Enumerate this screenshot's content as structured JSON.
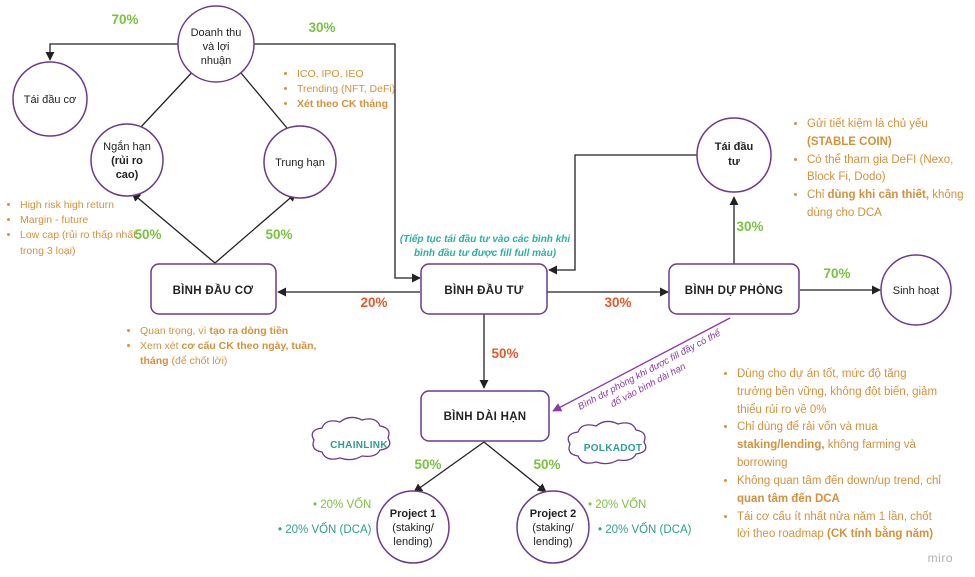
{
  "nodes": {
    "doanh_thu": [
      "Doanh thu",
      "và lợi",
      "nhuận"
    ],
    "tai_dau_co": "Tái đầu cơ",
    "ngan_han": [
      "Ngắn hạn",
      "(rủi ro",
      "cao)"
    ],
    "trung_han": "Trung hạn",
    "binh_dau_co": "BÌNH ĐẦU CƠ",
    "binh_dau_tu": "BÌNH ĐẦU TƯ",
    "binh_du_phong": "BÌNH DỰ PHÒNG",
    "binh_dai_han": "BÌNH DÀI HẠN",
    "tai_dau_tu": [
      "Tái đầu",
      "tư"
    ],
    "sinh_hoat": "Sinh hoạt",
    "project1": [
      "Project 1",
      "(staking/",
      "lending)"
    ],
    "project2": [
      "Project 2",
      "(staking/",
      "lending)"
    ]
  },
  "percentages": {
    "to_tai_dau_co": "70%",
    "to_dau_tu_from_doanh_thu": "30%",
    "ngan_han": "50%",
    "trung_han": "50%",
    "dau_tu_to_dau_co": "20%",
    "dau_tu_to_du_phong": "30%",
    "dau_tu_to_dai_han": "50%",
    "du_phong_to_tai_dau_tu": "30%",
    "du_phong_to_sinh_hoat": "70%",
    "dai_han_to_p1": "50%",
    "dai_han_to_p2": "50%"
  },
  "clouds": {
    "chainlink": "CHAINLINK",
    "polkadot": "POLKADOT"
  },
  "notes": {
    "trending": {
      "items": [
        "ICO, IPO, IEO",
        "Trending (NFT, DeFi)"
      ],
      "bold_item": "Xét theo CK tháng"
    },
    "high_risk": [
      "High risk high return",
      "Margin - future",
      "Low cap (rủi ro thấp nhất trong 3 loại)"
    ],
    "reinvest_italic": "(Tiếp tục tái đầu tư vào các bình khi bình đầu tư được fill full màu)",
    "dau_co": {
      "item1_pre": "Quan trọng, vì ",
      "item1_bold": "tạo ra dòng tiền",
      "item2_pre": "Xem xét ",
      "item2_bold": "cơ cấu CK theo ngày, tuần, tháng",
      "item2_post": " (để chốt lời)"
    },
    "du_phong": {
      "item1_pre": "Gửi tiết kiệm là chủ yếu ",
      "item1_bold": "(STABLE COIN)",
      "item2": "Có thể tham gia DeFI (Nexo, Block Fi, Dodo)",
      "item3_pre": "Chỉ ",
      "item3_bold": "dùng khi cần thiết,",
      "item3_post": " không dùng cho DCA"
    },
    "diag_label": [
      "Bình dự phòng khi được fill đầy có thể",
      "đổ vào bình dài hạn"
    ],
    "dai_han": {
      "item1": "Dùng cho dự án tốt, mức độ tăng trưởng bền vững, không đột biến, giảm thiểu rủi ro về 0%",
      "item2_pre": "Chỉ dùng để rải vốn và mua ",
      "item2_bold": "staking/lending,",
      "item2_post": " không farming và borrowing",
      "item3_pre": "Không quan tâm đến down/up trend, chỉ ",
      "item3_bold": "quan tâm đến DCA",
      "item4_pre": "Tái cơ cấu ít nhất nửa năm 1 lần, chốt lời theo roadmap ",
      "item4_bold": "(CK tính bằng năm)"
    },
    "p1_von": "20% VỐN",
    "p1_dca": "20% VỐN (DCA)",
    "p2_von": "20% VỐN",
    "p2_dca": "20% VỐN (DCA)"
  },
  "watermark": "miro",
  "colors": {
    "node_stroke": "#6b3a8a",
    "green": "#7ac142",
    "red": "#e05a2b",
    "orange_text": "#d4913b",
    "teal": "#2f9e8c",
    "purple_label": "#8a3aa8"
  }
}
